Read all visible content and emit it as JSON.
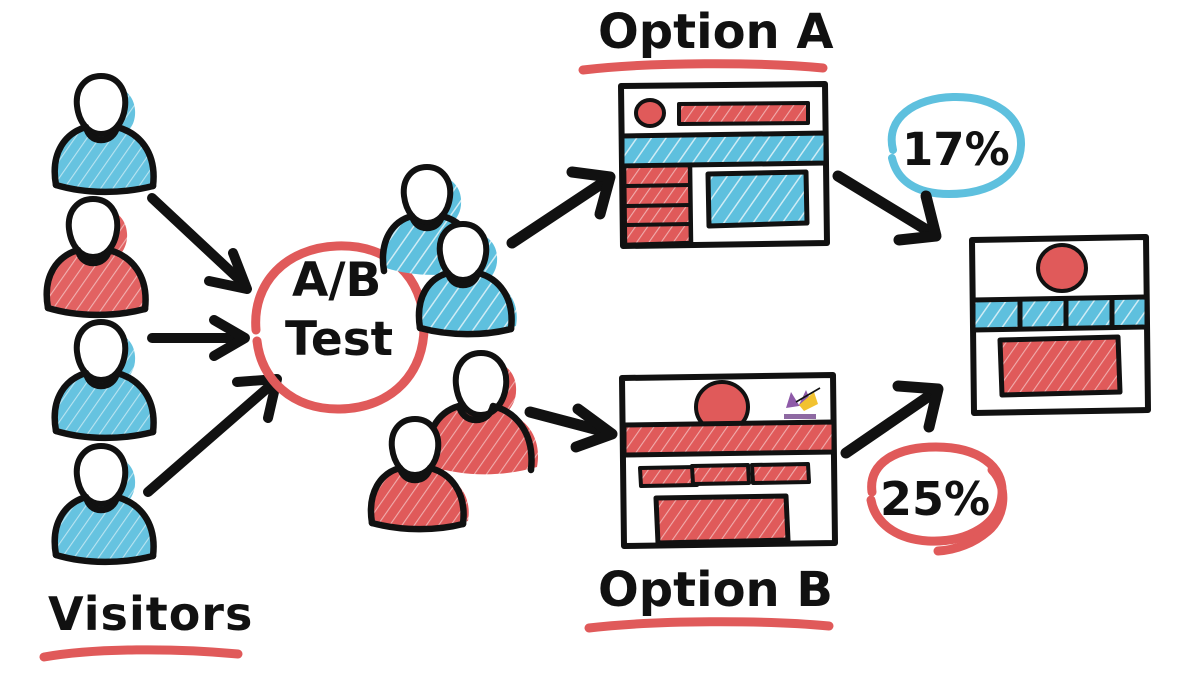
{
  "diagram": {
    "title_visible": false,
    "background_color": "#ffffff",
    "ink_color": "#111111",
    "accent_red": "#e05a5a",
    "accent_blue": "#5ec0de",
    "logo_purple": "#8e5aa8",
    "logo_yellow": "#f2c230"
  },
  "labels": {
    "visitors": "Visitors",
    "ab_test_line1": "A/B",
    "ab_test_line2": "Test",
    "option_a": "Option A",
    "option_b": "Option B",
    "result_a": "17%",
    "result_b": "25%"
  },
  "visitors": {
    "label": "Visitors",
    "underline_color": "#e05a5a",
    "people": [
      {
        "index": 1,
        "shirt_color": "#5ec0de"
      },
      {
        "index": 2,
        "shirt_color": "#e05a5a"
      },
      {
        "index": 3,
        "shirt_color": "#5ec0de"
      },
      {
        "index": 4,
        "shirt_color": "#5ec0de"
      }
    ]
  },
  "ab_test": {
    "line1": "A/B",
    "line2": "Test",
    "circle_color": "#e05a5a"
  },
  "groups": {
    "group_a": {
      "count": 2,
      "shirt_color": "#5ec0de"
    },
    "group_b": {
      "count": 2,
      "shirt_color": "#e05a5a"
    }
  },
  "option_a": {
    "label": "Option A",
    "underline_color": "#e05a5a",
    "mockup": {
      "logo_dot_color": "#e05a5a",
      "header_bar_color": "#e05a5a",
      "nav_band_color": "#5ec0de",
      "sidebar_color": "#e05a5a",
      "sidebar_items": 4,
      "content_block_color": "#5ec0de"
    },
    "result": {
      "value": "17%",
      "circle_color": "#5ec0de"
    }
  },
  "option_b": {
    "label": "Option B",
    "underline_color": "#e05a5a",
    "mockup": {
      "logo_circle_color": "#e05a5a",
      "brand_mark": "logo-mark",
      "band_color": "#e05a5a",
      "small_boxes": 3,
      "small_box_color": "#e05a5a",
      "content_block_color": "#e05a5a"
    },
    "result": {
      "value": "25%",
      "circle_color": "#e05a5a"
    }
  },
  "winner": {
    "mockup": {
      "logo_circle_color": "#e05a5a",
      "nav_band_color": "#5ec0de",
      "nav_dividers": 3,
      "content_block_color": "#e05a5a"
    }
  },
  "arrows": [
    {
      "from": "visitor-2",
      "to": "ab-test"
    },
    {
      "from": "visitor-3",
      "to": "ab-test"
    },
    {
      "from": "visitor-4",
      "to": "ab-test"
    },
    {
      "from": "group-a",
      "to": "option-a-mockup"
    },
    {
      "from": "group-b",
      "to": "option-b-mockup"
    },
    {
      "from": "option-a-mockup",
      "to": "winner-mockup"
    },
    {
      "from": "option-b-mockup",
      "to": "winner-mockup"
    }
  ]
}
